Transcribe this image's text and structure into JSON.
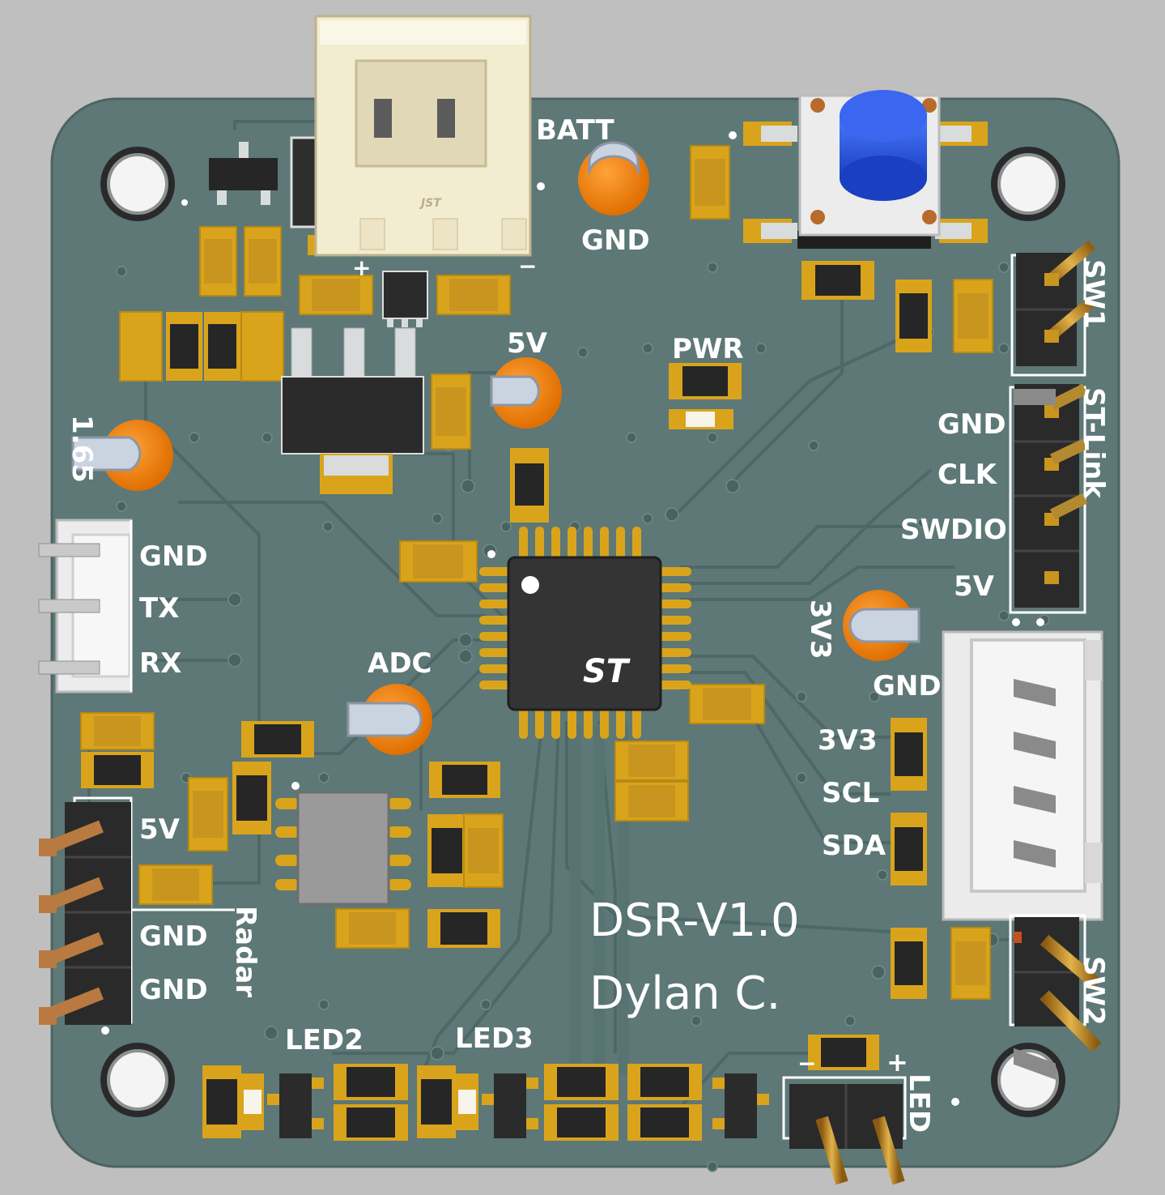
{
  "board": {
    "name": "DSR-V1.0",
    "author": "Dylan C.",
    "colors": {
      "background": "#bfbfbf",
      "pcb": "#5d7876",
      "pad": "#d9a41c",
      "component_body": "#2b2b2b",
      "testpoint": "#f08a12",
      "connector": "#f2ecd0",
      "button_cap": "#2255dd",
      "pin_gold": "#c8961e"
    }
  },
  "labels": {
    "batt": "BATT",
    "batt_plus": "+",
    "batt_minus": "−",
    "gnd_top": "GND",
    "v5_tp": "5V",
    "pwr": "PWR",
    "v1_65": "1.65",
    "uart": {
      "gnd": "GND",
      "tx": "TX",
      "rx": "RX"
    },
    "adc": "ADC",
    "radar": {
      "title": "Radar",
      "v5": "5V",
      "gnd1": "GND",
      "gnd2": "GND"
    },
    "sw1": "SW1",
    "stlink": {
      "title": "ST-Link",
      "gnd": "GND",
      "clk": "CLK",
      "swdio": "SWDIO",
      "v5": "5V"
    },
    "v3v3_tp": "3V3",
    "i2c": {
      "gnd": "GND",
      "v3v3": "3V3",
      "scl": "SCL",
      "sda": "SDA"
    },
    "sw2": "SW2",
    "led2": "LED2",
    "led3": "LED3",
    "led_conn": {
      "title": "LED",
      "plus": "+",
      "minus": "−"
    }
  }
}
